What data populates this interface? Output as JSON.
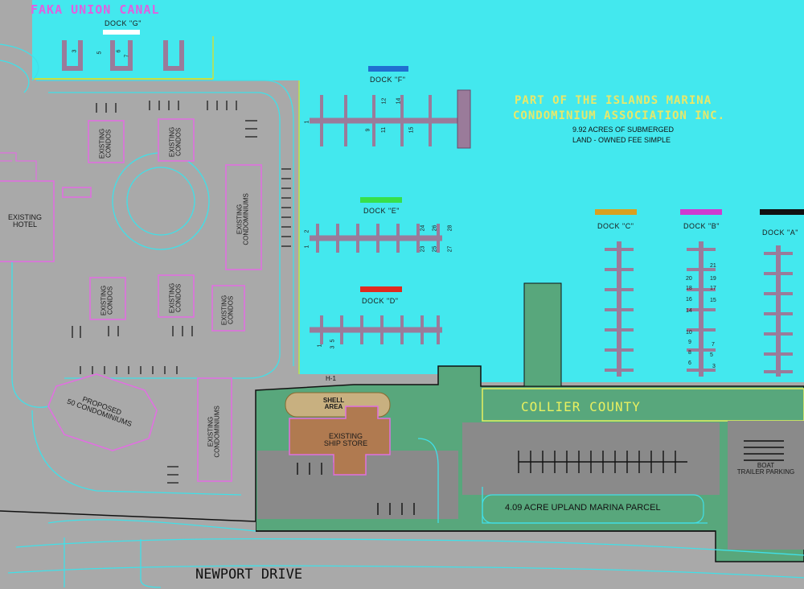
{
  "labels": {
    "canal": "FAKA UNION CANAL",
    "association_line1": "PART OF THE ISLANDS MARINA",
    "association_line2": "CONDOMINIUM ASSOCIATION INC.",
    "submerged_line1": "9.92 ACRES OF SUBMERGED",
    "submerged_line2": "LAND - OWNED FEE SIMPLE",
    "county": "COLLIER COUNTY",
    "upland_parcel": "4.09 ACRE UPLAND MARINA PARCEL",
    "road": "NEWPORT DRIVE",
    "boat_trailer": "BOAT\nTRAILER PARKING",
    "shell_area": "SHELL\nAREA",
    "ship_store": "EXISTING\nSHIP STORE",
    "h1": "H-1",
    "existing_hotel": "EXISTING\nHOTEL",
    "existing_condos": "EXISTING\nCONDOS",
    "existing_condominiums": "EXISTING\nCONDOMINIUMS",
    "proposed_condos": "PROPOSED\n50 CONDOMINIUMS"
  },
  "docks": [
    {
      "name": "DOCK \"G\"",
      "color": "#ffffff"
    },
    {
      "name": "DOCK \"F\"",
      "color": "#1f6fd0"
    },
    {
      "name": "DOCK \"E\"",
      "color": "#35e04a"
    },
    {
      "name": "DOCK \"D\"",
      "color": "#e02a1f"
    },
    {
      "name": "DOCK \"C\"",
      "color": "#d9a020"
    },
    {
      "name": "DOCK \"B\"",
      "color": "#d03ad0"
    },
    {
      "name": "DOCK \"A\"",
      "color": "#111111"
    }
  ],
  "slip_numbers": {
    "g": [
      "3",
      "5",
      "6",
      "7"
    ],
    "f": [
      "1",
      "9",
      "11",
      "12",
      "14",
      "15"
    ],
    "e": [
      "2",
      "1",
      "24",
      "26",
      "28",
      "23",
      "25",
      "27"
    ],
    "d": [
      "5",
      "1",
      "3"
    ],
    "b": [
      "21",
      "20",
      "19",
      "18",
      "17",
      "16",
      "15",
      "14",
      "10",
      "9",
      "8",
      "7",
      "6",
      "5",
      "3"
    ]
  },
  "colors": {
    "water": "#43e8ee",
    "land": "#a9a9a9",
    "marina_parcel": "#58a77c",
    "dock": "#9a7b9a",
    "building_outline": "#e070e0",
    "lines": "#40e0e8",
    "county_text": "#e8e86a",
    "canal_text": "#e060e0"
  }
}
